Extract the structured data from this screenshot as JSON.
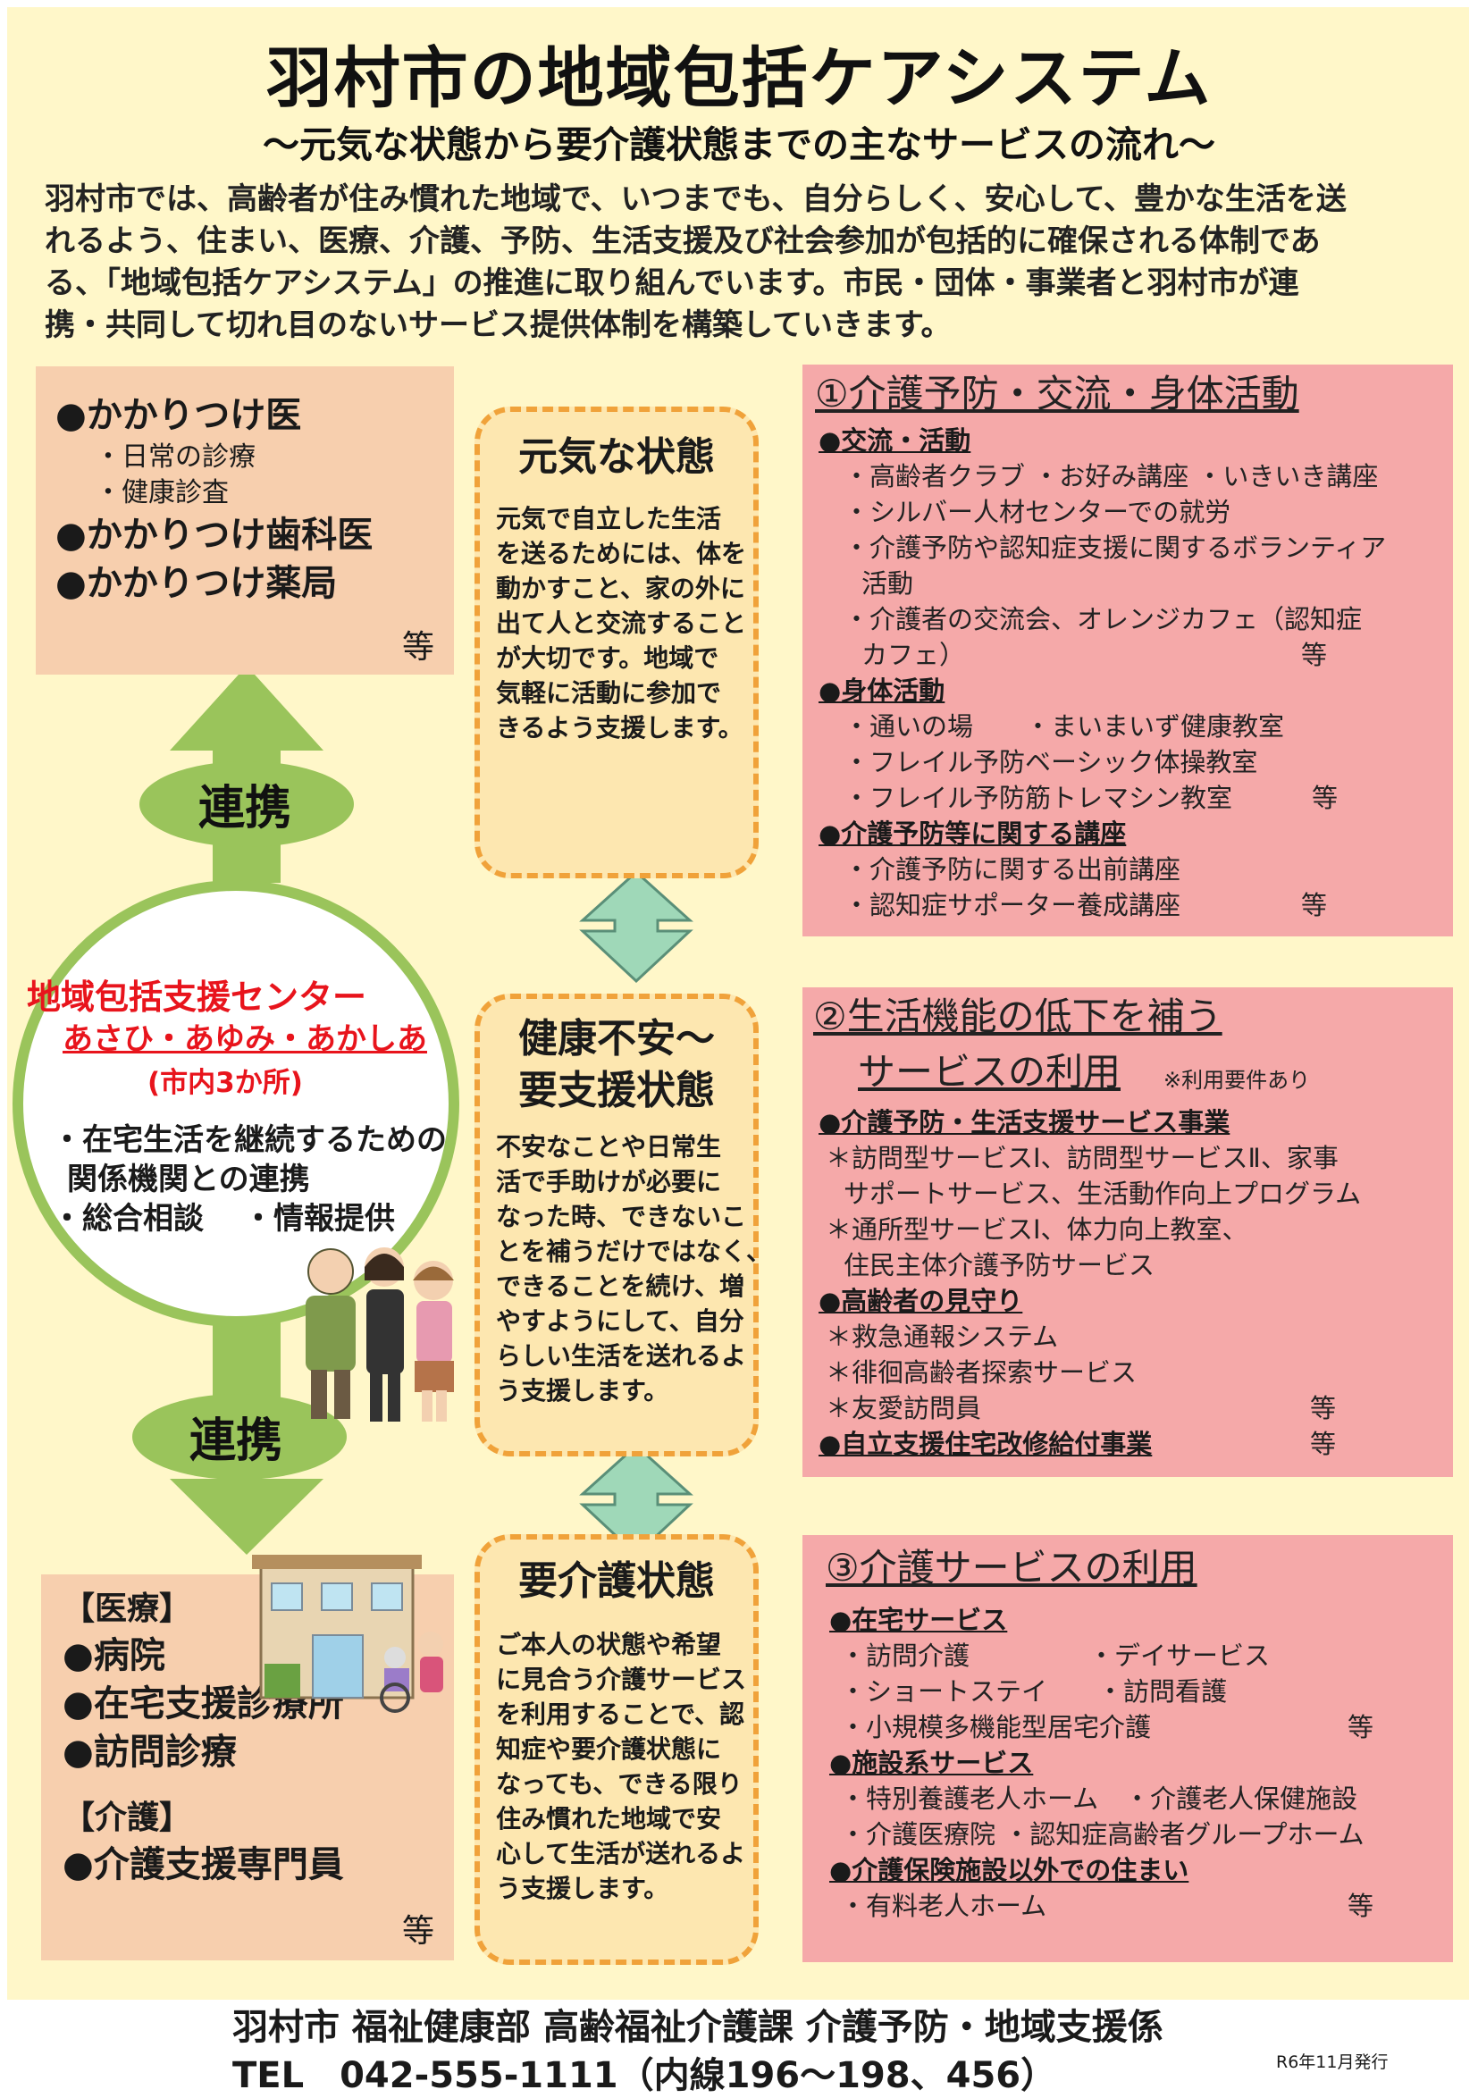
{
  "header": {
    "title": "羽村市の地域包括ケアシステム",
    "subtitle": "～元気な状態から要介護状態までの主なサービスの流れ～",
    "intro_lines": [
      "羽村市では、高齢者が住み慣れた地域で、いつまでも、自分らしく、安心して、豊かな生活を送",
      "れるよう、住まい、医療、介護、予防、生活支援及び社会参加が包括的に確保される体制であ",
      "る、「地域包括ケアシステム」の推進に取り組んでいます。市民・団体・事業者と羽村市が連",
      "携・共同して切れ目のないサービス提供体制を構築していきます。"
    ]
  },
  "left_top": {
    "item1": "●かかりつけ医",
    "sub1": "・日常の診療",
    "sub2": "・健康診査",
    "item2": "●かかりつけ歯科医",
    "item3": "●かかりつけ薬局",
    "etc": "等"
  },
  "renkei_label": "連携",
  "center": {
    "title": "地域包括支援センター",
    "names": "あさひ・あゆみ・あかしあ",
    "count": "(市内3か所)",
    "item1a": "・在宅生活を継続するための",
    "item1b": "関係機関との連携",
    "item2": "・総合相談",
    "item3": "・情報提供"
  },
  "left_bottom": {
    "head1": "【医療】",
    "m1": "●病院",
    "m2": "●在宅支援診療所",
    "m3": "●訪問診療",
    "head2": "【介護】",
    "c1": "●介護支援専門員",
    "etc": "等"
  },
  "states": [
    {
      "title_lines": [
        "元気な状態"
      ],
      "body_lines": [
        "元気で自立した生活",
        "を送るためには、体を",
        "動かすこと、家の外に",
        "出て人と交流すること",
        "が大切です。地域で",
        "気軽に活動に参加で",
        "きるよう支援します。"
      ]
    },
    {
      "title_lines": [
        "健康不安～",
        "要支援状態"
      ],
      "body_lines": [
        "不安なことや日常生",
        "活で手助けが必要に",
        "なった時、できないこ",
        "とを補うだけではなく、",
        "できることを続け、増",
        "やすようにして、自分",
        "らしい生活を送れるよ",
        "う支援します。"
      ]
    },
    {
      "title_lines": [
        "要介護状態"
      ],
      "body_lines": [
        "ご本人の状態や希望",
        "に見合う介護サービス",
        "を利用することで、認",
        "知症や要介護状態に",
        "なっても、できる限り",
        "住み慣れた地域で安",
        "心して生活が送れるよ",
        "う支援します。"
      ]
    }
  ],
  "right1": {
    "title": "①介護予防・交流・身体活動",
    "cat1": "●交流・活動",
    "c1_1": "・高齢者クラブ ・お好み講座 ・いきいき講座",
    "c1_2": "・シルバー人材センターでの就労",
    "c1_3": "・介護予防や認知症支援に関するボランティア",
    "c1_3b": "活動",
    "c1_4": "・介護者の交流会、オレンジカフェ（認知症",
    "c1_4b": "カフェ）",
    "cat2": "●身体活動",
    "c2_1": "・通いの場　　・まいまいず健康教室",
    "c2_2": "・フレイル予防ベーシック体操教室",
    "c2_3": "・フレイル予防筋トレマシン教室",
    "cat3": "●介護予防等に関する講座",
    "c3_1": "・介護予防に関する出前講座",
    "c3_2": "・認知症サポーター養成講座",
    "etc": "等"
  },
  "right2": {
    "title1": "②生活機能の低下を補う",
    "title2": "サービスの利用",
    "note": "※利用要件あり",
    "cat1": "●介護予防・生活支援サービス事業",
    "c1_1": "＊訪問型サービスⅠ、訪問型サービスⅡ、家事",
    "c1_1b": "サポートサービス、生活動作向上プログラム",
    "c1_2": "＊通所型サービスⅠ、体力向上教室、",
    "c1_2b": "住民主体介護予防サービス",
    "cat2": "●高齢者の見守り",
    "c2_1": "＊救急通報システム",
    "c2_2": "＊徘徊高齢者探索サービス",
    "c2_3": "＊友愛訪問員",
    "cat3": "●自立支援住宅改修給付事業",
    "etc": "等"
  },
  "right3": {
    "title": "③介護サービスの利用",
    "cat1": "●在宅サービス",
    "c1_1a": "・訪問介護",
    "c1_1b": "・デイサービス",
    "c1_2a": "・ショートステイ",
    "c1_2b": "・訪問看護",
    "c1_3": "・小規模多機能型居宅介護",
    "cat2": "●施設系サービス",
    "c2_1": "・特別養護老人ホーム　・介護老人保健施設",
    "c2_2": "・介護医療院 ・認知症高齢者グループホーム",
    "cat3": "●介護保険施設以外での住まい",
    "c3_1": "・有料老人ホーム",
    "etc": "等"
  },
  "footer": {
    "dept": "羽村市 福祉健康部 高齢福祉介護課 介護予防・地域支援係",
    "tel": "TEL　042-555-1111（内線196～198、456）",
    "issued": "R6年11月発行"
  },
  "colors": {
    "background": "#fff7c9",
    "left_box": "#f7cfae",
    "state_box": "#fde7b0",
    "state_border": "#f0a23a",
    "pink_box": "#f5a9a9",
    "green_arrow": "#9ac45b",
    "teal_arrow": "#9fd8b8",
    "center_red": "#e8141c"
  }
}
